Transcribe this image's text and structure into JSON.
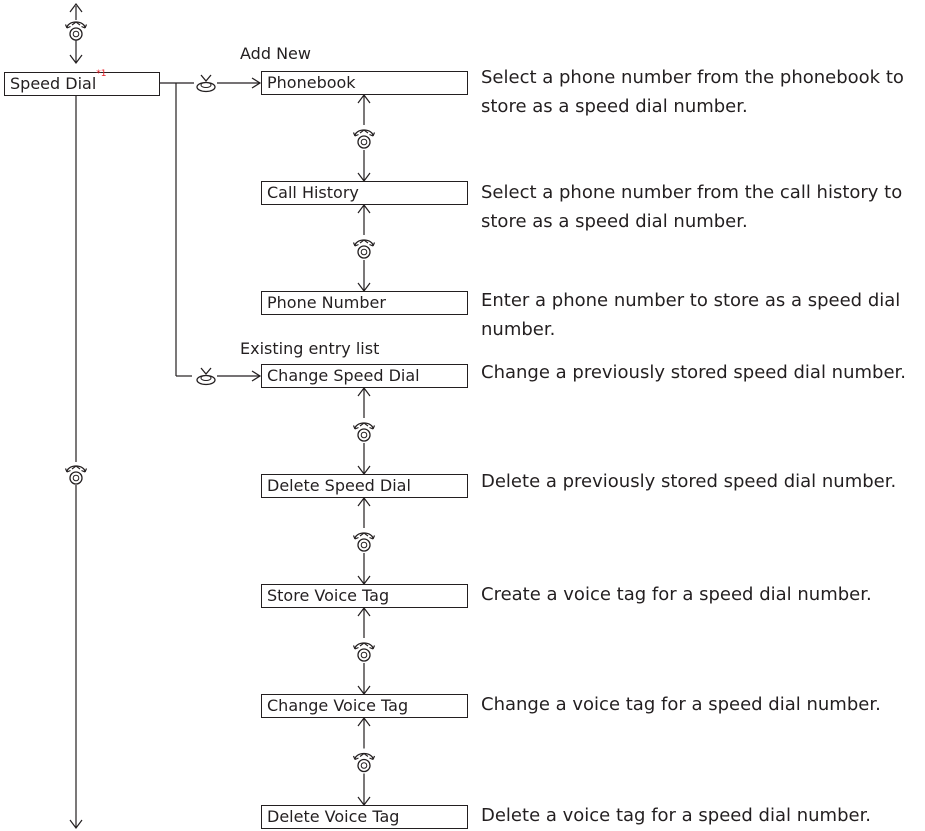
{
  "main_menu": {
    "label": "Speed Dial",
    "footnote": "*1"
  },
  "branch_labels": {
    "add_new": "Add New",
    "existing": "Existing entry list"
  },
  "items": [
    {
      "label": "Phonebook",
      "description": "Select a phone number from the phonebook to store as a speed dial number."
    },
    {
      "label": "Call History",
      "description": "Select a phone number from the call history to store as a speed dial number."
    },
    {
      "label": "Phone Number",
      "description": "Enter a phone number to store as a speed dial number."
    },
    {
      "label": "Change Speed Dial",
      "description": "Change a previously stored speed dial number."
    },
    {
      "label": "Delete Speed Dial",
      "description": "Delete a previously stored speed dial number."
    },
    {
      "label": "Store Voice Tag",
      "description": "Create a voice tag for a speed dial number."
    },
    {
      "label": "Change Voice Tag",
      "description": "Change a voice tag for a speed dial number."
    },
    {
      "label": "Delete Voice Tag",
      "description": "Delete a voice tag for a speed dial number."
    }
  ],
  "icons": {
    "rotate": "rotate-knob-icon",
    "press": "press-knob-icon"
  }
}
